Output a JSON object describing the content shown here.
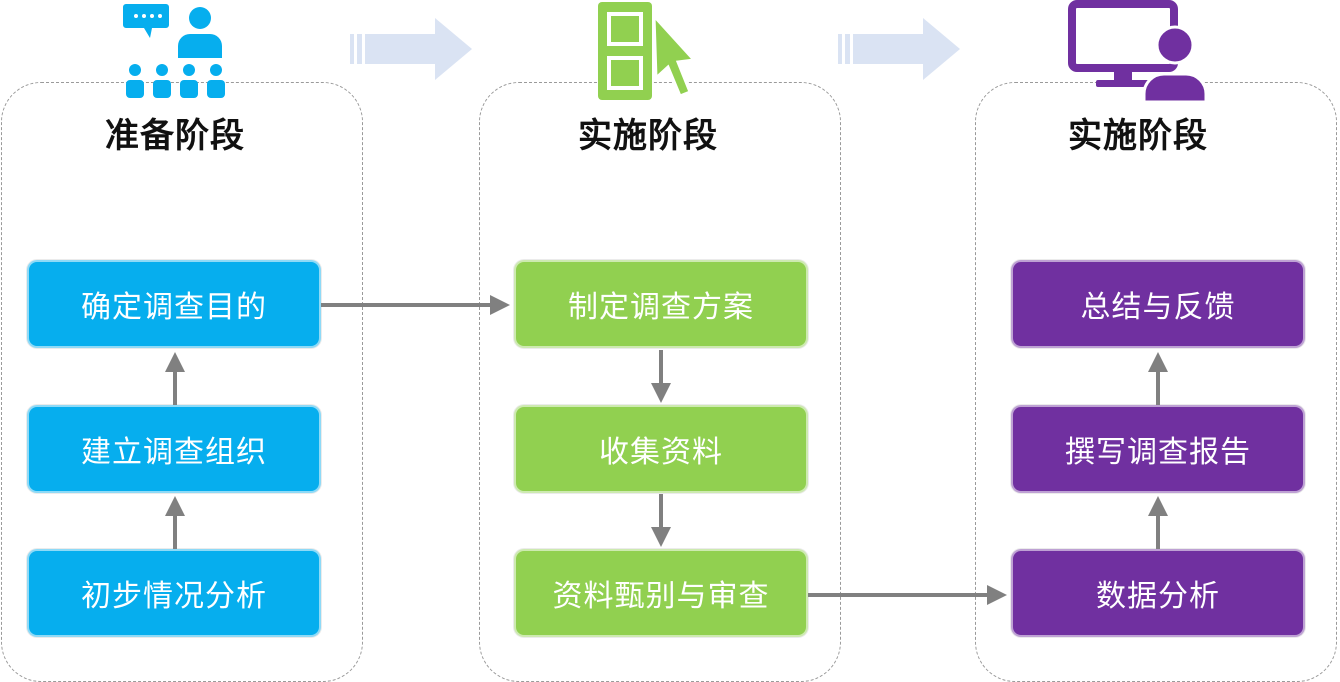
{
  "colors": {
    "blue": "#06AEEE",
    "green": "#91D050",
    "purple": "#7030A0",
    "connector": "#808080",
    "stage_arrow": "#DAE3F3"
  },
  "stages": [
    {
      "title": "准备阶段",
      "icon": "audience-presenter-icon",
      "steps": [
        "确定调查目的",
        "建立调查组织",
        "初步情况分析"
      ]
    },
    {
      "title": "实施阶段",
      "icon": "cursor-click-panel-icon",
      "steps": [
        "制定调查方案",
        "收集资料",
        "资料甄别与审查"
      ]
    },
    {
      "title": "实施阶段",
      "icon": "computer-user-icon",
      "steps": [
        "总结与反馈",
        "撰写调查报告",
        "数据分析"
      ]
    }
  ]
}
